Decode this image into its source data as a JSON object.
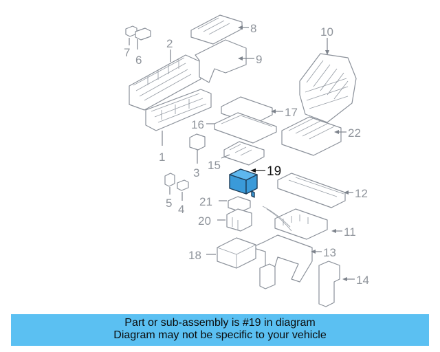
{
  "diagram": {
    "highlight_color": "#3a9ad9",
    "callouts": [
      "1",
      "2",
      "3",
      "4",
      "5",
      "6",
      "7",
      "8",
      "9",
      "10",
      "11",
      "12",
      "13",
      "14",
      "15",
      "16",
      "17",
      "18",
      "19",
      "20",
      "21",
      "22"
    ],
    "highlighted": "19"
  },
  "banner": {
    "line1": "Part or sub-assembly is #19 in diagram",
    "line2": "Diagram may not be specific to your vehicle",
    "color": "#5bc0f2"
  }
}
